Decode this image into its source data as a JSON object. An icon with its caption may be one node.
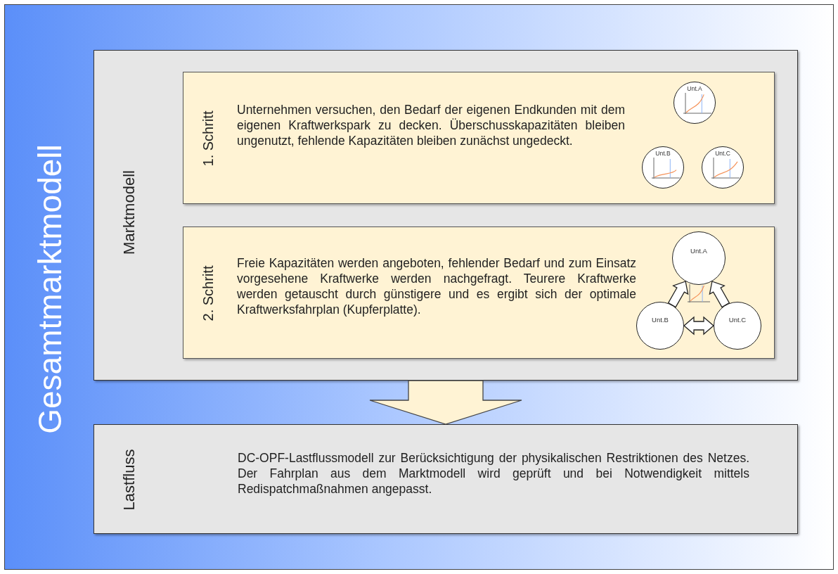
{
  "diagram": {
    "nodes": [
      {
        "text": [
          "Gesamtmarktmodell"
        ]
      },
      {
        "text": [
          "Marktmodell"
        ],
        "in": 0
      },
      {
        "text": [
          "1. Schritt",
          "Unternehmen versuchen, den Bedarf der eigenen Endkunden mit dem eigenen Kraftwerkspark zu decken. Überschusskapazitäten bleiben ungenutzt, fehlende Kapazitäten bleiben zunächst ungedeckt."
        ],
        "in": 1
      },
      {
        "text": [
          "Unt.A"
        ],
        "in": 2
      },
      {
        "text": [
          "Unt.B"
        ],
        "in": 2
      },
      {
        "text": [
          "Unt.C"
        ],
        "in": 2
      },
      {
        "text": [
          "2. Schritt",
          "Freie Kapazitäten werden angeboten, fehlender Bedarf und zum Einsatz vorgesehene Kraftwerke werden nachgefragt. Teurere Kraftwerke werden getauscht durch günstigere und es ergibt sich der optimale Kraftwerksfahrplan (Kupferplatte)."
        ],
        "in": 1
      },
      {
        "text": [
          "Unt.A"
        ],
        "in": 6
      },
      {
        "text": [
          "Unt.B"
        ],
        "in": 6
      },
      {
        "text": [
          "Unt.C"
        ],
        "in": 6
      },
      {
        "text": [
          "Lastfluss",
          "DC-OPF-Lastflussmodell zur Berücksichtigung der physikalischen Restriktionen des Netzes. Der Fahrplan aus dem Marktmodell wird geprüft und bei Notwendigkeit mittels Redispatchmaßnahmen angepasst."
        ],
        "in": 0
      }
    ],
    "edges": [
      {
        "from": 8,
        "to": 7,
        "arrow": "to"
      },
      {
        "from": 9,
        "to": 7,
        "arrow": "to"
      },
      {
        "from": 8,
        "to": 9,
        "arrow": "both"
      },
      {
        "from": 1,
        "to": 10,
        "arrow": "to"
      }
    ]
  }
}
